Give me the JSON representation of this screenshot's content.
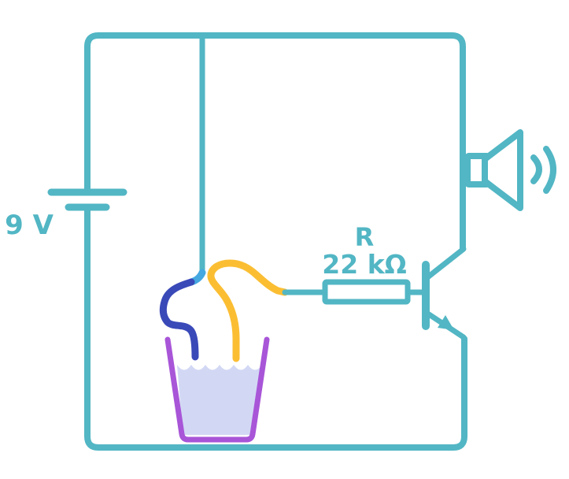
{
  "diagram": {
    "type": "circuit-diagram",
    "labels": {
      "battery": "9 V",
      "resistor_name": "R",
      "resistor_value": "22 kΩ"
    },
    "components": [
      "battery-9v",
      "probe-feed-wire",
      "blue-sensing-probe",
      "yellow-sensing-probe",
      "cup-of-water",
      "base-resistor-22k",
      "npn-transistor",
      "speaker"
    ]
  },
  "colors": {
    "wire": "#52b6c4",
    "probe_blue": "#3a49b8",
    "probe_yellow": "#fbbe33",
    "junction": "#45a8e0",
    "cup": "#a855d8",
    "water": "#d2d8f4",
    "background": "#ffffff"
  }
}
